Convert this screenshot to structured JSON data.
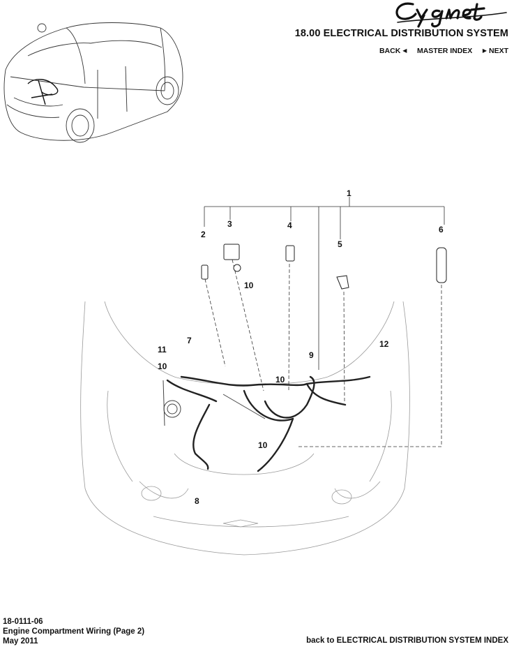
{
  "brand": {
    "logo_text": "Cygnet",
    "logo_icon": "cygnet-script-logo"
  },
  "header": {
    "section_title": "18.00 ELECTRICAL DISTRIBUTION SYSTEM",
    "nav": {
      "back": "BACK",
      "master_index": "MASTER INDEX",
      "next": "NEXT"
    }
  },
  "diagram": {
    "callouts": [
      "1",
      "2",
      "3",
      "4",
      "5",
      "6",
      "7",
      "8",
      "9",
      "10",
      "11",
      "12"
    ],
    "icon": "engine-compartment-wiring-diagram"
  },
  "footer": {
    "doc_number": "18-0111-06",
    "doc_title": "Engine Compartment Wiring (Page 2)",
    "date": "May 2011",
    "index_link": "back to ELECTRICAL DISTRIBUTION SYSTEM INDEX"
  }
}
